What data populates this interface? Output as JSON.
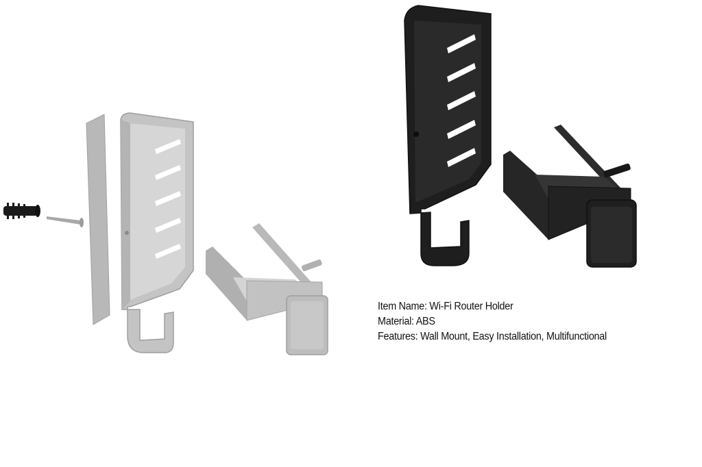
{
  "product": {
    "item_name_label": "Item Name: Wi-Fi Router Holder",
    "material_label": "Material: ABS",
    "features_label": "Features: Wall Mount, Easy Installation, Multifunctional"
  },
  "images": [
    {
      "name": "exploded-silver-view",
      "description": "Silver router holder exploded view with wall anchor, screw, adhesive plate, holder and bottom bracket"
    },
    {
      "name": "black-assembled-view",
      "description": "Black router holder and bottom bracket with wall anchor"
    }
  ],
  "colors": {
    "silver": "#bdbdbd",
    "silver_dark": "#9a9a9a",
    "black": "#1e1e1e",
    "black_mid": "#2c2c2c"
  }
}
